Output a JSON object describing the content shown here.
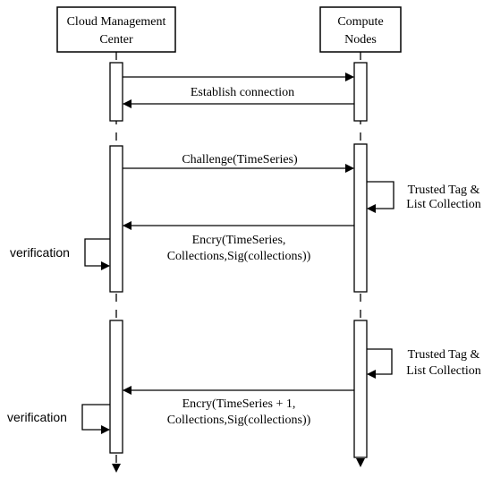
{
  "participants": {
    "left": {
      "line1": "Cloud Management",
      "line2": "Center"
    },
    "right": {
      "line1": "Compute",
      "line2": "Nodes"
    }
  },
  "messages": {
    "establish_connection": "Establish connection",
    "challenge": "Challenge(TimeSeries)",
    "encry_1_line1": "Encry(TimeSeries,",
    "encry_1_line2": "Collections,Sig(collections))",
    "encry_2_line1": "Encry(TimeSeries + 1,",
    "encry_2_line2": "Collections,Sig(collections))"
  },
  "self_calls": {
    "trusted_1_line1": "Trusted Tag &",
    "trusted_1_line2": "List Collection",
    "trusted_2_line1": "Trusted Tag &",
    "trusted_2_line2": "List Collection",
    "verification_1": "verification",
    "verification_2": "verification"
  }
}
